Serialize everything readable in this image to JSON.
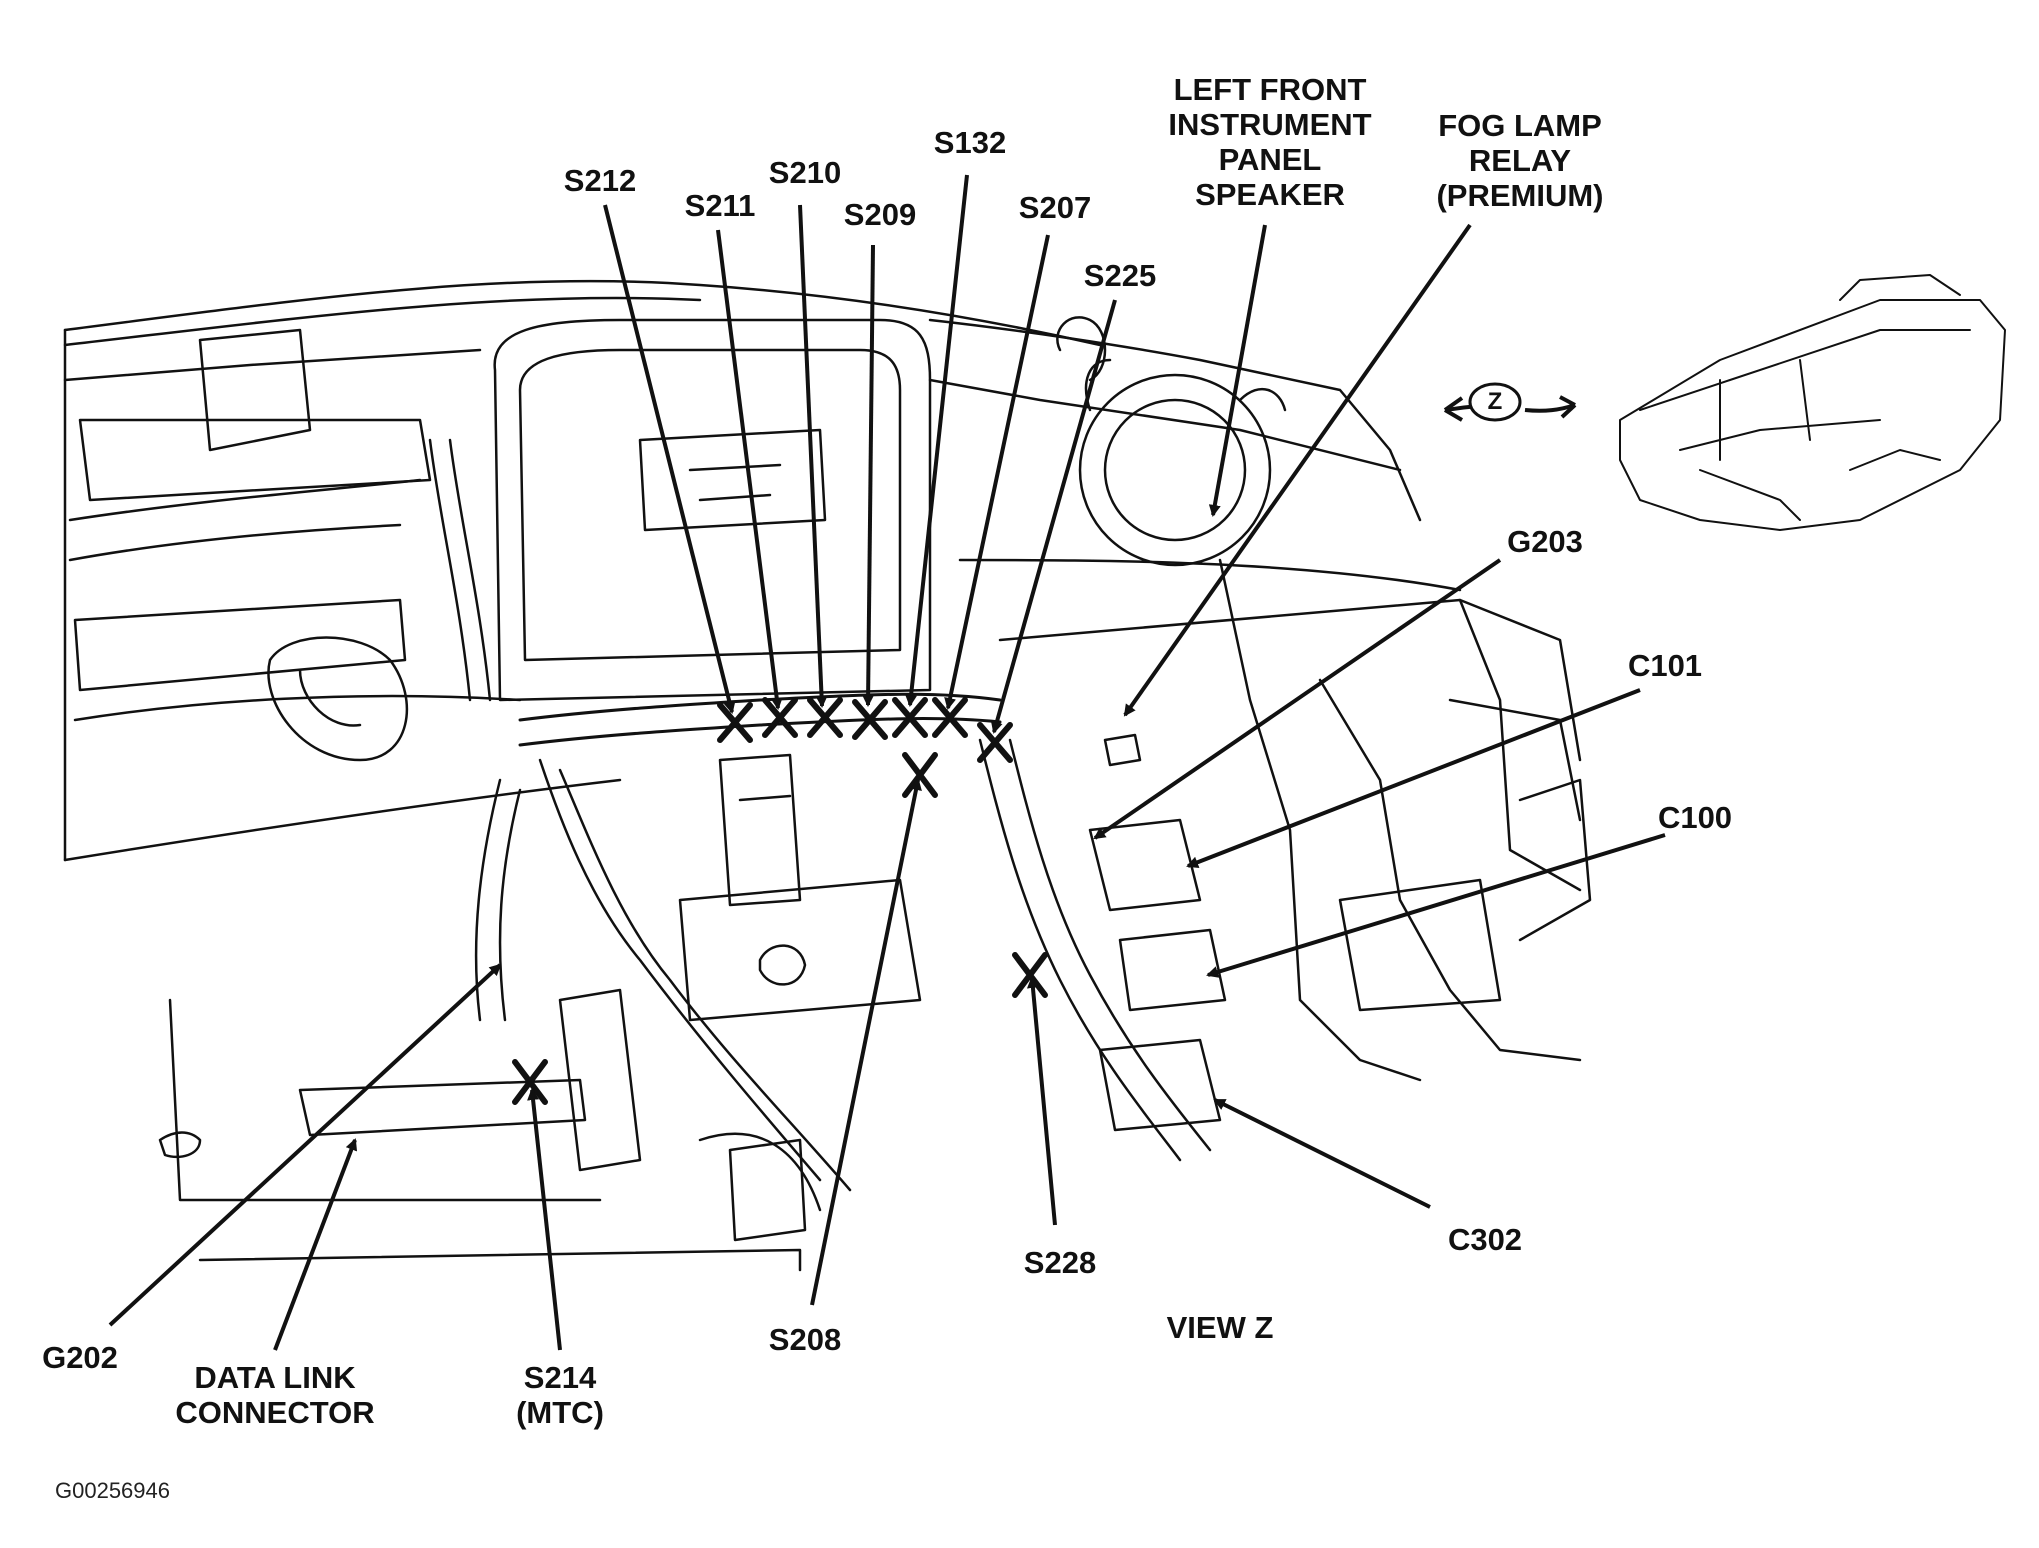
{
  "labels": {
    "left_front_speaker": [
      "LEFT FRONT",
      "INSTRUMENT",
      "PANEL",
      "SPEAKER"
    ],
    "fog_lamp_relay": [
      "FOG LAMP",
      "RELAY",
      "(PREMIUM)"
    ],
    "s212": "S212",
    "s211": "S211",
    "s210": "S210",
    "s209": "S209",
    "s132": "S132",
    "s207": "S207",
    "s225": "S225",
    "g203": "G203",
    "c101": "C101",
    "c100": "C100",
    "c302": "C302",
    "s228": "S228",
    "view_z": "VIEW Z",
    "s208": "S208",
    "g202": "G202",
    "data_link_connector": [
      "DATA LINK",
      "CONNECTOR"
    ],
    "s214": [
      "S214",
      "(MTC)"
    ]
  },
  "view_indicator": "Z",
  "figure_id": "G00256946",
  "colors": {
    "ink": "#111111",
    "background": "#ffffff"
  }
}
